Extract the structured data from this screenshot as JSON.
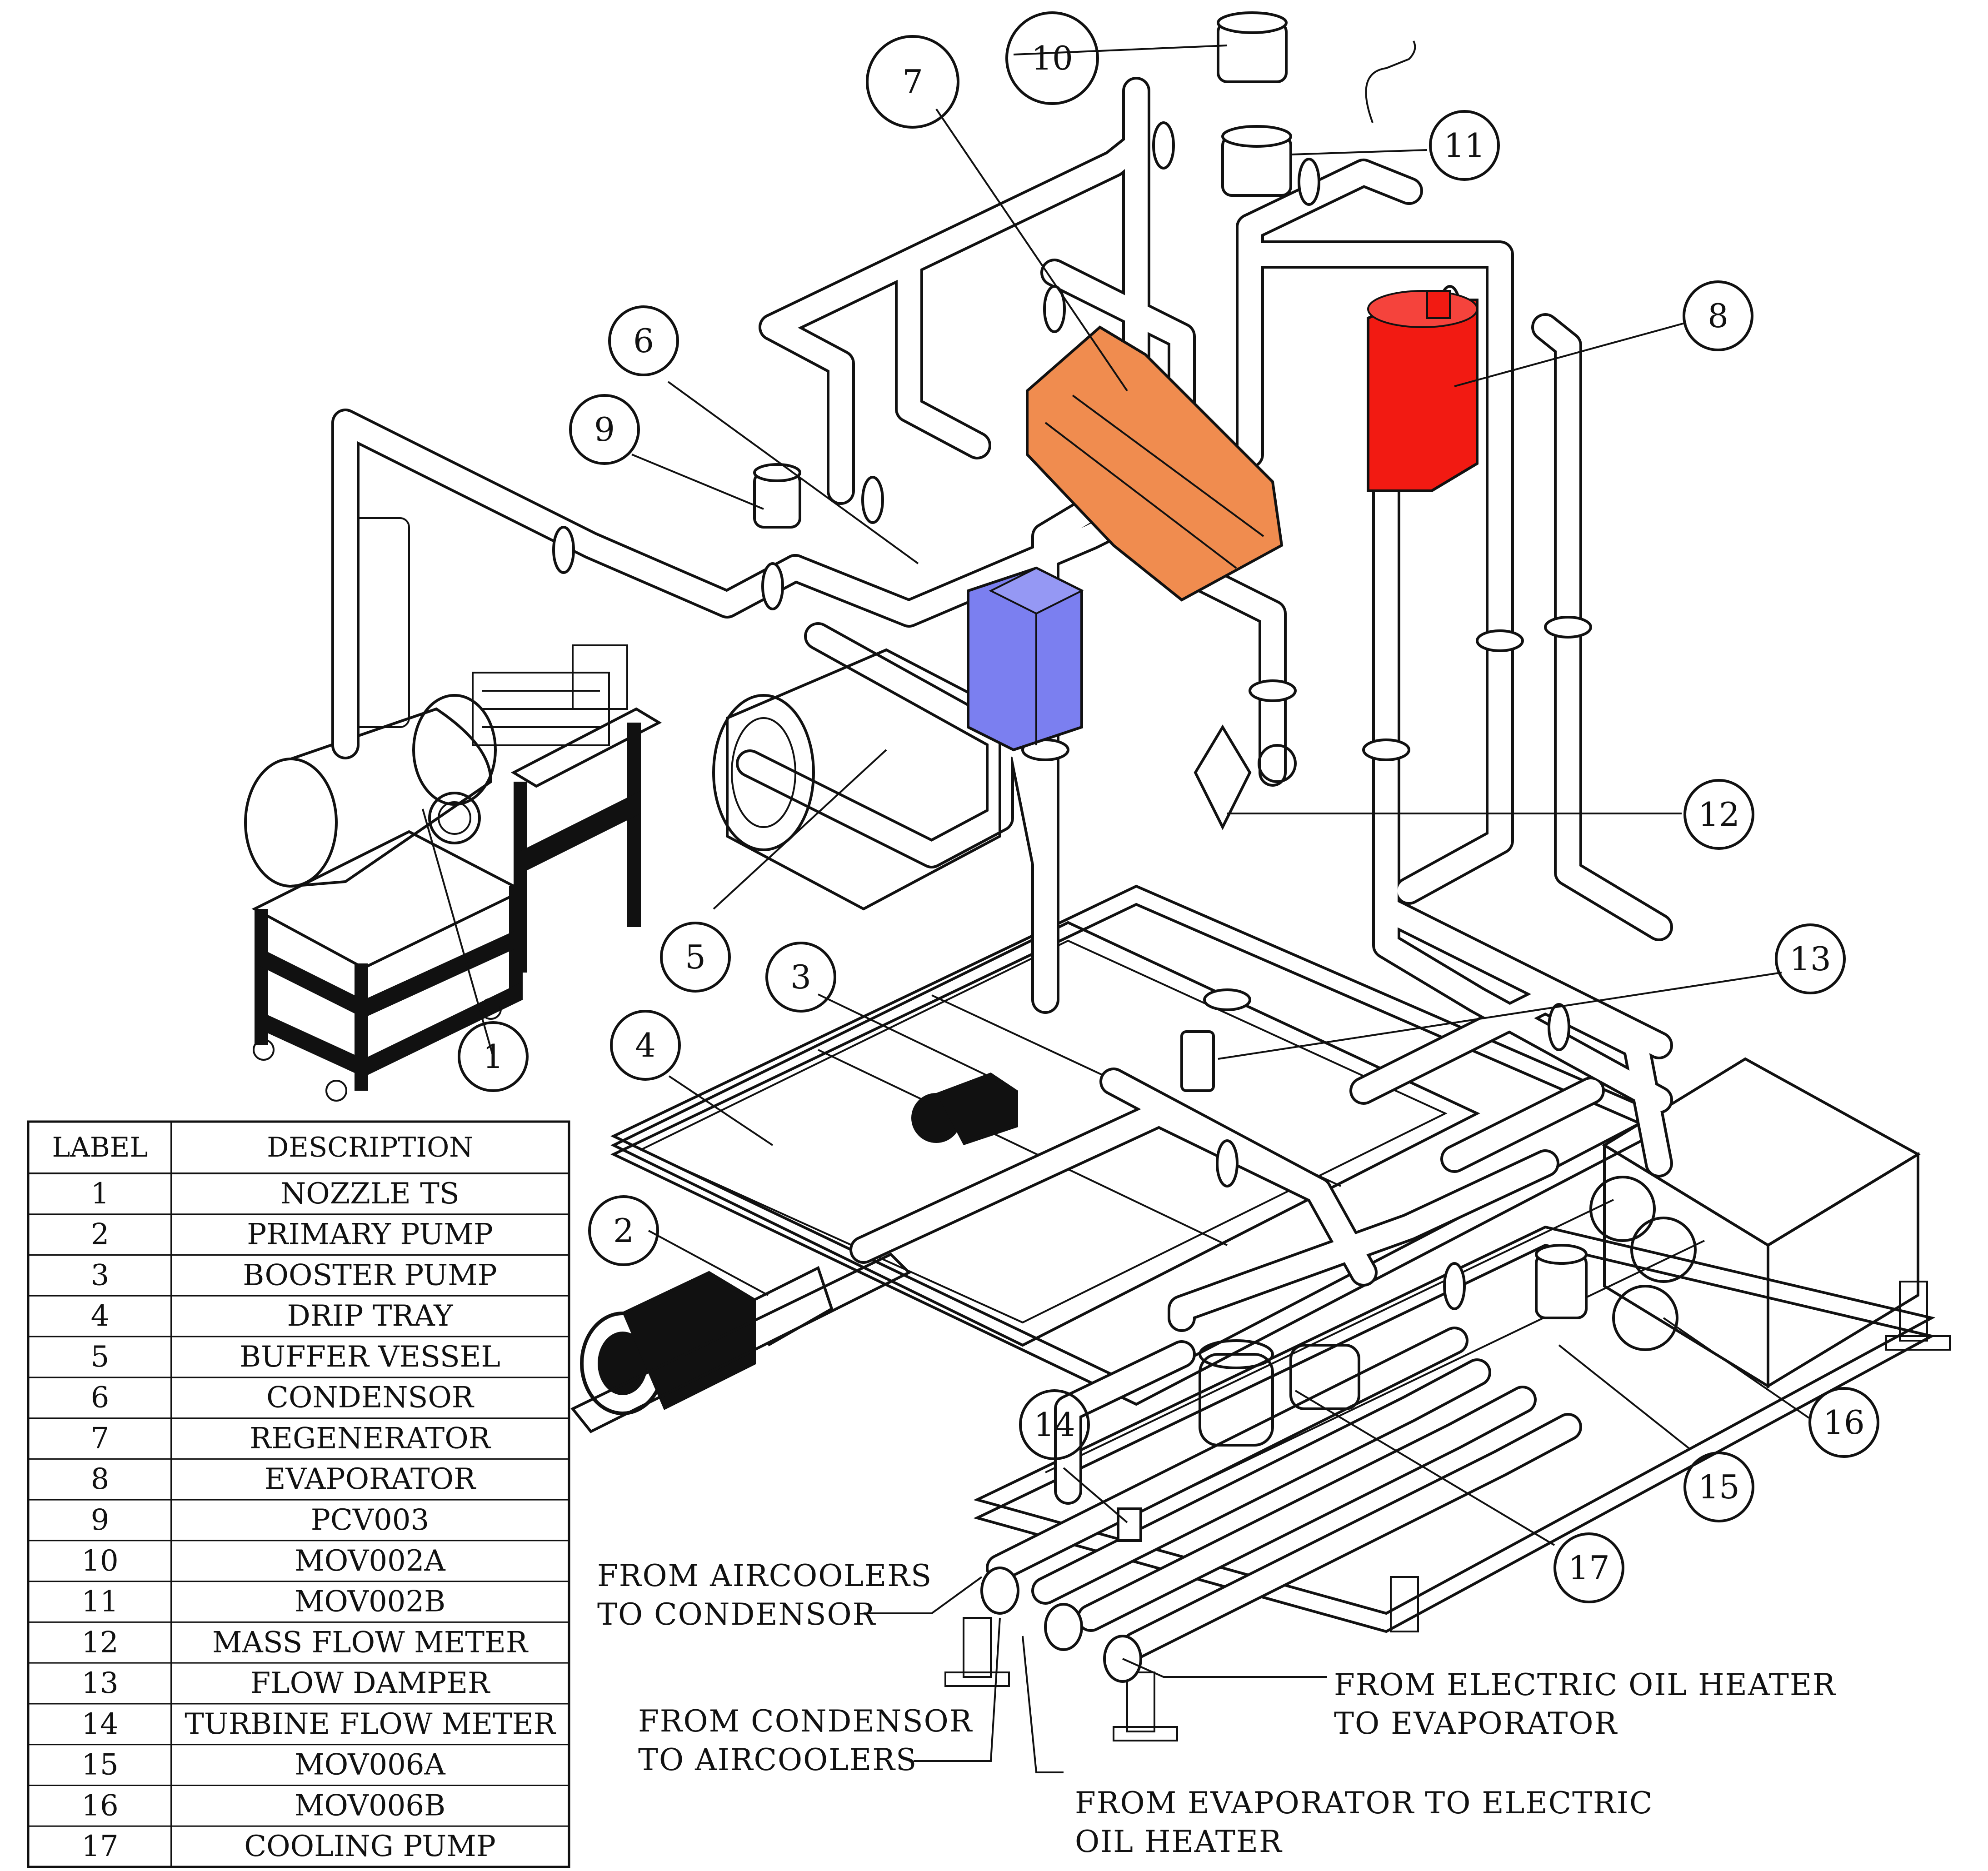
{
  "diagram": {
    "components": [
      {
        "label": "1",
        "description": "NOZZLE TS"
      },
      {
        "label": "2",
        "description": "PRIMARY PUMP"
      },
      {
        "label": "3",
        "description": "BOOSTER PUMP"
      },
      {
        "label": "4",
        "description": "DRIP TRAY"
      },
      {
        "label": "5",
        "description": "BUFFER VESSEL"
      },
      {
        "label": "6",
        "description": "CONDENSOR"
      },
      {
        "label": "7",
        "description": "REGENERATOR"
      },
      {
        "label": "8",
        "description": "EVAPORATOR"
      },
      {
        "label": "9",
        "description": "PCV003"
      },
      {
        "label": "10",
        "description": "MOV002A"
      },
      {
        "label": "11",
        "description": "MOV002B"
      },
      {
        "label": "12",
        "description": "MASS FLOW METER"
      },
      {
        "label": "13",
        "description": "FLOW DAMPER"
      },
      {
        "label": "14",
        "description": "TURBINE FLOW METER"
      },
      {
        "label": "15",
        "description": "MOV006A"
      },
      {
        "label": "16",
        "description": "MOV006B"
      },
      {
        "label": "17",
        "description": "COOLING PUMP"
      }
    ],
    "legend": {
      "header_label": "LABEL",
      "header_description": "DESCRIPTION"
    },
    "annotations": {
      "aircoolers_to_condensor": [
        "FROM  AIRCOOLERS",
        "TO CONDENSOR"
      ],
      "condensor_to_aircoolers": [
        "FROM CONDENSOR",
        "TO AIRCOOLERS"
      ],
      "heater_to_evaporator": [
        "FROM ELECTRIC OIL HEATER",
        "TO EVAPORATOR"
      ],
      "evaporator_to_heater": [
        "FROM EVAPORATOR TO ELECTRIC",
        "OIL HEATER"
      ]
    },
    "colors": {
      "condensor": "#7b7ff0",
      "regenerator": "#f08c4f",
      "evaporator": "#f21a12",
      "line": "#111111",
      "background": "#ffffff"
    }
  }
}
